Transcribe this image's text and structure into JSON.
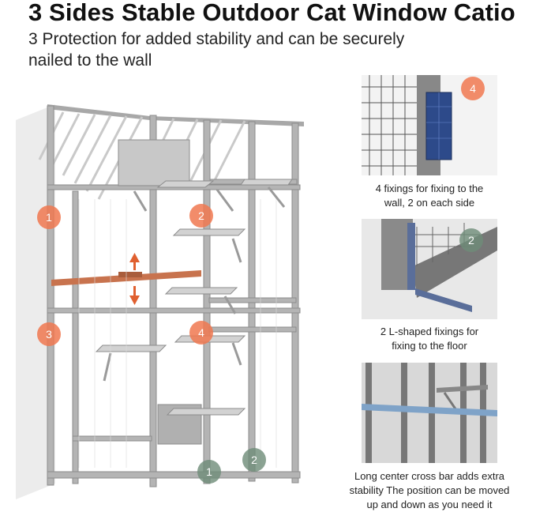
{
  "title": "3 Sides Stable Outdoor Cat Window Catio",
  "subtitle_line1": "3 Protection for added stability and can be securely",
  "subtitle_line2": "nailed to the wall",
  "main_markers": {
    "m1_left": "1",
    "m2": "2",
    "m3": "3",
    "m4": "4",
    "m1_bottom": "1",
    "m2_bottom": "2"
  },
  "panels": [
    {
      "badge": "4",
      "caption_line1": "4 fixings for fixing to the",
      "caption_line2": "wall, 2 on each side"
    },
    {
      "badge": "2",
      "caption_line1": "2 L-shaped fixings for",
      "caption_line2": "fixing to the floor"
    },
    {
      "caption_line1": "Long center cross bar adds extra",
      "caption_line2": "stability The position can be moved",
      "caption_line3": "up and down as you need it"
    }
  ],
  "colors": {
    "orange_marker": "#f07850",
    "green_marker": "#6e8c78",
    "wood": "#9a9a9a",
    "cross_bar": "#c8734e"
  }
}
